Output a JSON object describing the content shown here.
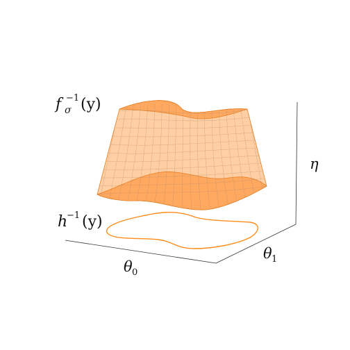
{
  "labels": {
    "surface_label_base": "f",
    "surface_label_sub": "σ",
    "surface_label_sup": "−1",
    "surface_label_arg": "(y)",
    "curve_label_base": "h",
    "curve_label_sup": "−1",
    "curve_label_arg": "(y)",
    "axis_x_base": "θ",
    "axis_x_sub": "0",
    "axis_y_base": "θ",
    "axis_y_sub": "1",
    "axis_z": "η"
  },
  "colors": {
    "surface_fill": "#ffcfa3",
    "surface_dark": "#ffa85f",
    "surface_edge": "#e67e22",
    "mesh_line": "#b08a6e",
    "curve": "#ff8c1a",
    "axis": "#333333"
  }
}
